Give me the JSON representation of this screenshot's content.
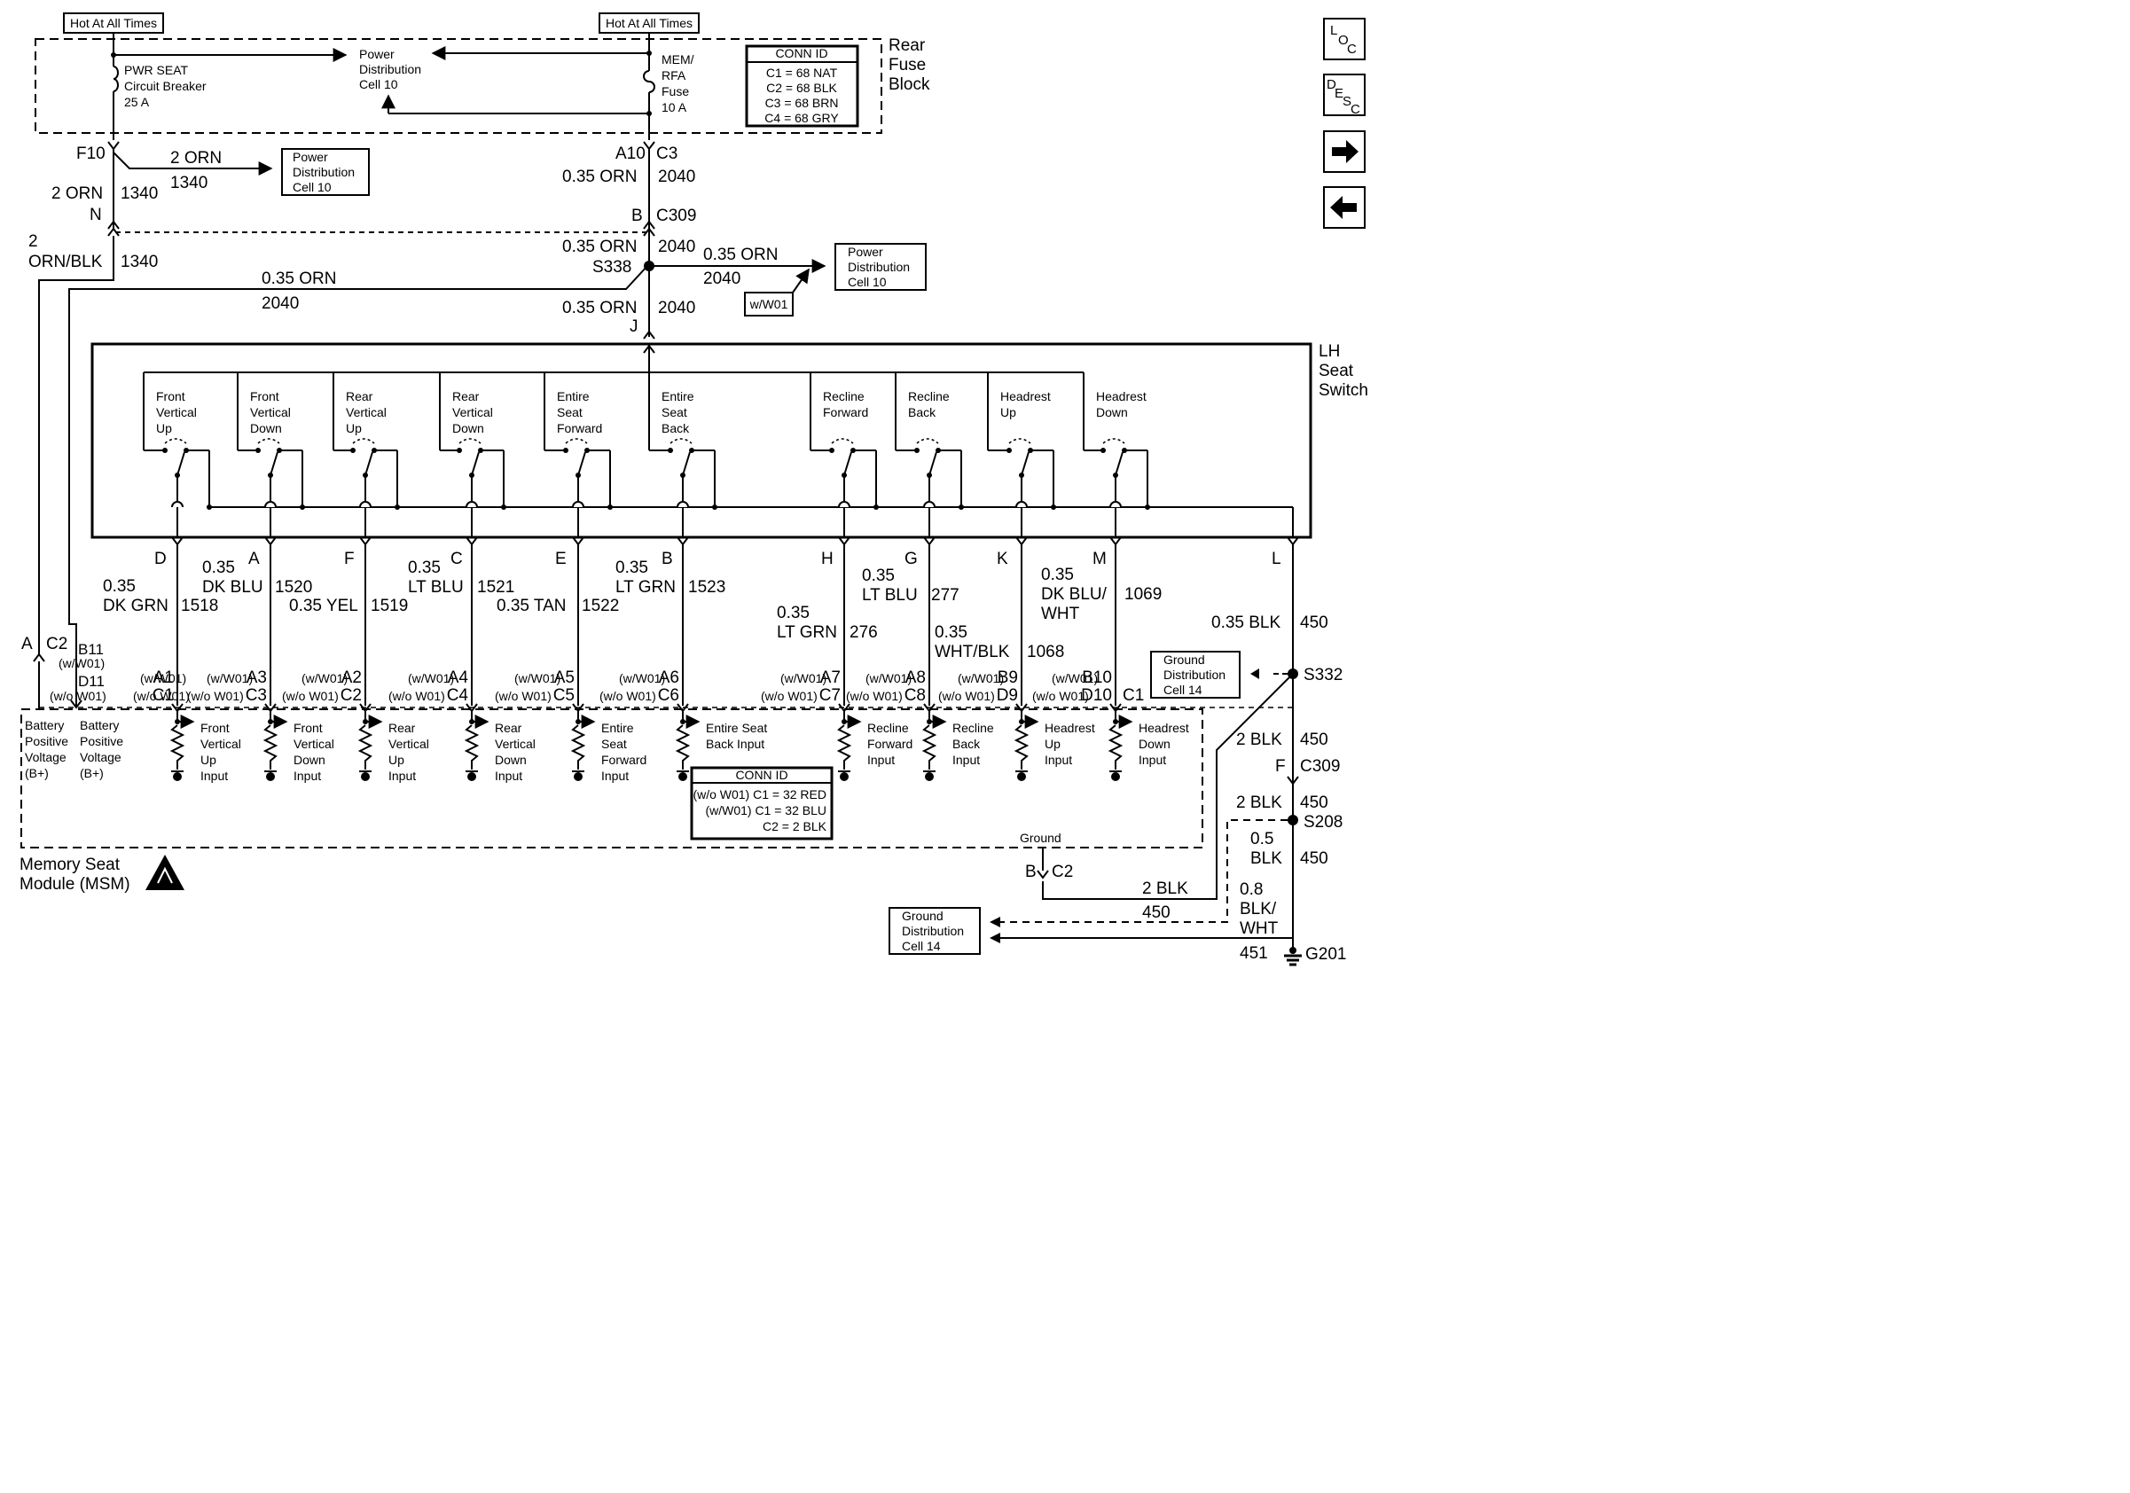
{
  "header": {
    "hot_left": "Hot At All Times",
    "hot_right": "Hot At All Times"
  },
  "fuse_block": {
    "title_lines": [
      "Rear",
      "Fuse",
      "Block"
    ],
    "breaker_lines": [
      "PWR SEAT",
      "Circuit Breaker",
      "25 A"
    ],
    "fuse_lines": [
      "MEM/",
      "RFA",
      "Fuse",
      "10 A"
    ],
    "power_dist_lines": [
      "Power",
      "Distribution",
      "Cell 10"
    ],
    "conn_id": {
      "title": "CONN ID",
      "rows": [
        "C1 = 68 NAT",
        "C2 = 68 BLK",
        "C3 = 68 BRN",
        "C4 = 68 GRY"
      ]
    }
  },
  "nav_icons": {
    "loc": [
      "L",
      "O",
      "C"
    ],
    "desc": [
      "D",
      "E",
      "S",
      "C"
    ],
    "next": "right-arrow-icon",
    "prev": "left-arrow-icon"
  },
  "feed_labels": {
    "f10": "F10",
    "orn_2": "2 ORN",
    "num_1340": "1340",
    "pd_box_lines": [
      "Power",
      "Distribution",
      "Cell 10"
    ],
    "left_orn": "2 ORN",
    "left_1340": "1340",
    "pin_n": "N",
    "left_orn_blk_a": "2",
    "left_orn_blk_b": "ORN/BLK",
    "left_1340b": "1340",
    "a10": "A10",
    "c3": "C3",
    "orn035_a": "0.35 ORN",
    "n2040_a": "2040",
    "pin_b": "B",
    "c309": "C309",
    "orn035_b": "0.35 ORN",
    "n2040_b": "2040",
    "s338": "S338",
    "orn035_c": "0.35 ORN",
    "n2040_c": "2040",
    "w_w01": "w/W01",
    "pd_box2_lines": [
      "Power",
      "Distribution",
      "Cell 10"
    ],
    "orn035_d": "0.35 ORN",
    "n2040_d": "2040",
    "orn035_e": "0.35 ORN",
    "n2040_e": "2040",
    "pin_j": "J"
  },
  "seat_switch": {
    "title_lines": [
      "LH",
      "Seat",
      "Switch"
    ],
    "switches": [
      {
        "label": [
          "Front",
          "Vertical",
          "Up"
        ]
      },
      {
        "label": [
          "Front",
          "Vertical",
          "Down"
        ]
      },
      {
        "label": [
          "Rear",
          "Vertical",
          "Up"
        ]
      },
      {
        "label": [
          "Rear",
          "Vertical",
          "Down"
        ]
      },
      {
        "label": [
          "Entire",
          "Seat",
          "Forward"
        ]
      },
      {
        "label": [
          "Entire",
          "Seat",
          "Back"
        ]
      },
      {
        "label": [
          "Recline",
          "Forward"
        ]
      },
      {
        "label": [
          "Recline",
          "Back"
        ]
      },
      {
        "label": [
          "Headrest",
          "Up"
        ]
      },
      {
        "label": [
          "Headrest",
          "Down"
        ]
      }
    ]
  },
  "wires": [
    {
      "pin": "D",
      "gauge": "0.35",
      "color": "DK GRN",
      "circuit": "1518",
      "w01": "A1",
      "wo": "C1"
    },
    {
      "pin": "A",
      "gauge": "0.35",
      "color": "DK BLU",
      "circuit": "1520",
      "w01": "A3",
      "wo": "C3"
    },
    {
      "pin": "F",
      "gauge": "0.35",
      "color": "YEL",
      "circuit": "1519",
      "w01": "A2",
      "wo": "C2"
    },
    {
      "pin": "C",
      "gauge": "0.35",
      "color": "LT BLU",
      "circuit": "1521",
      "w01": "A4",
      "wo": "C4"
    },
    {
      "pin": "E",
      "gauge": "0.35",
      "color": "TAN",
      "circuit": "1522",
      "w01": "A5",
      "wo": "C5"
    },
    {
      "pin": "B",
      "gauge": "0.35",
      "color": "LT GRN",
      "circuit": "1523",
      "w01": "A6",
      "wo": "C6"
    },
    {
      "pin": "H",
      "gauge": "0.35",
      "color": "LT GRN",
      "circuit": "276",
      "w01": "A7",
      "wo": "C7"
    },
    {
      "pin": "G",
      "gauge": "0.35",
      "color": "LT BLU",
      "circuit": "277",
      "w01": "A8",
      "wo": "C8"
    },
    {
      "pin": "K",
      "gauge": "0.35",
      "color": "WHT/BLK",
      "circuit": "1068",
      "w01": "B9",
      "wo": "D9"
    },
    {
      "pin": "M",
      "gauge": "0.35",
      "color_lines": [
        "DK BLU/",
        "WHT"
      ],
      "circuit": "1069",
      "w01": "B10",
      "wo": "D10"
    }
  ],
  "wire_text": {
    "d_gauge": "0.35",
    "d_color": "DK GRN",
    "d_num": "1518",
    "a_gauge": "0.35",
    "a_color": "DK BLU",
    "a_num": "1520",
    "f_color": "0.35 YEL",
    "f_num": "1519",
    "c_gauge": "0.35",
    "c_color": "LT BLU",
    "c_num": "1521",
    "e_color": "0.35 TAN",
    "e_num": "1522",
    "b_gauge": "0.35",
    "b_color": "LT GRN",
    "b_num": "1523",
    "h_gauge": "0.35",
    "h_color": "LT GRN",
    "h_num": "276",
    "g_gauge": "0.35",
    "g_color": "LT BLU",
    "g_num": "277",
    "k_gauge": "0.35",
    "k_color": "WHT/BLK",
    "k_num": "1068",
    "m_gauge": "0.35",
    "m_color1": "DK BLU/",
    "m_color2": "WHT",
    "m_num": "1069",
    "l_color": "0.35 BLK",
    "l_num": "450"
  },
  "pins": [
    "D",
    "A",
    "F",
    "C",
    "E",
    "B",
    "H",
    "G",
    "K",
    "M",
    "L"
  ],
  "connector_text": {
    "w01": "(w/W01)",
    "wo_w01": "(w/o W01)",
    "a": "A",
    "c2": "C2",
    "b11": "B11",
    "d11": "D11",
    "c1": "C1"
  },
  "msm": {
    "title_lines": [
      "Memory Seat",
      "Module (MSM)"
    ],
    "batt1": [
      "Battery",
      "Positive",
      "Voltage",
      "(B+)"
    ],
    "batt2": [
      "Battery",
      "Positive",
      "Voltage",
      "(B+)"
    ],
    "inputs": [
      [
        "Front",
        "Vertical",
        "Up",
        "Input"
      ],
      [
        "Front",
        "Vertical",
        "Down",
        "Input"
      ],
      [
        "Rear",
        "Vertical",
        "Up",
        "Input"
      ],
      [
        "Rear",
        "Vertical",
        "Down",
        "Input"
      ],
      [
        "Entire",
        "Seat",
        "Forward",
        "Input"
      ],
      [
        "Entire Seat",
        "Back Input"
      ],
      [
        "Recline",
        "Forward",
        "Input"
      ],
      [
        "Recline",
        "Back",
        "Input"
      ],
      [
        "Headrest",
        "Up",
        "Input"
      ],
      [
        "Headrest",
        "Down",
        "Input"
      ]
    ],
    "conn_id": {
      "title": "CONN ID",
      "rows": [
        "(w/o W01) C1 = 32 RED",
        "(w/W01) C1 = 32 BLU",
        "C2 = 2 BLK"
      ]
    },
    "ground": "Ground"
  },
  "ground_section": {
    "gd_box1": [
      "Ground",
      "Distribution",
      "Cell 14"
    ],
    "s332": "S332",
    "blk2_a": "2 BLK",
    "n450_a": "450",
    "pin_f": "F",
    "c309": "C309",
    "blk2_b": "2 BLK",
    "n450_b": "450",
    "s208": "S208",
    "blk05_a": "0.5",
    "blk05_b": "BLK",
    "n450_c": "450",
    "pin_b": "B",
    "c2": "C2",
    "blk2_c": "2 BLK",
    "n450_d": "450",
    "gd_box2": [
      "Ground",
      "Distribution",
      "Cell 14"
    ],
    "blkwht_a": "0.8",
    "blkwht_b": "BLK/",
    "blkwht_c": "WHT",
    "n451": "451",
    "g201": "G201"
  }
}
